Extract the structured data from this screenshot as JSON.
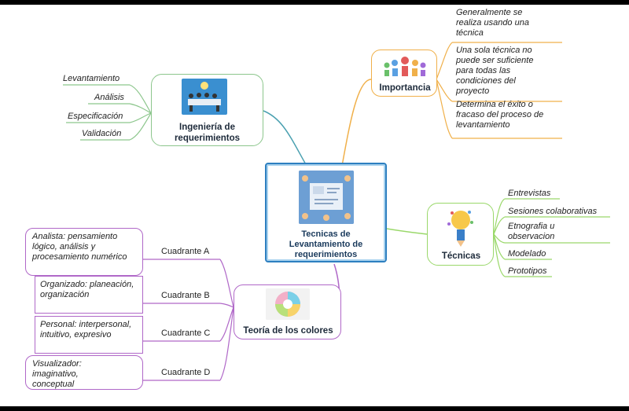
{
  "central": {
    "title": "Tecnicas de Levantamiento de requerimientos"
  },
  "ingenieria": {
    "title": "Ingeniería de requerimientos",
    "items": [
      "Levantamiento",
      "Análisis",
      "Especificación",
      "Validación"
    ],
    "color": "#8cc68c"
  },
  "importancia": {
    "title": "Importancia",
    "notes": [
      "Generalmente se realiza usando una técnica",
      "Una sola técnica no puede ser suficiente para todas las condiciones del proyecto",
      "Determina el éxito o fracaso del proceso de levantamiento"
    ],
    "color": "#f0b04a"
  },
  "tecnicas": {
    "title": "Técnicas",
    "items": [
      "Entrevistas",
      "Sesiones colaborativas",
      "Etnografia u observacion",
      "Modelado",
      "Prototipos"
    ],
    "color": "#9ad86a"
  },
  "colores": {
    "title": "Teoría de los colores",
    "quadrants": [
      {
        "label": "Cuadrante A",
        "note": "Analista: pensamiento lógico, análisis y procesamiento numérico"
      },
      {
        "label": "Cuadrante B",
        "note": "Organizado: planeación, organización"
      },
      {
        "label": "Cuadrante C",
        "note": "Personal: interpersonal, intuitivo, expresivo"
      },
      {
        "label": "Cuadrante D",
        "note": "Visualizador: imaginativo, conceptual"
      }
    ],
    "color": "#b068c8"
  },
  "central_color": "#2d7fc0"
}
